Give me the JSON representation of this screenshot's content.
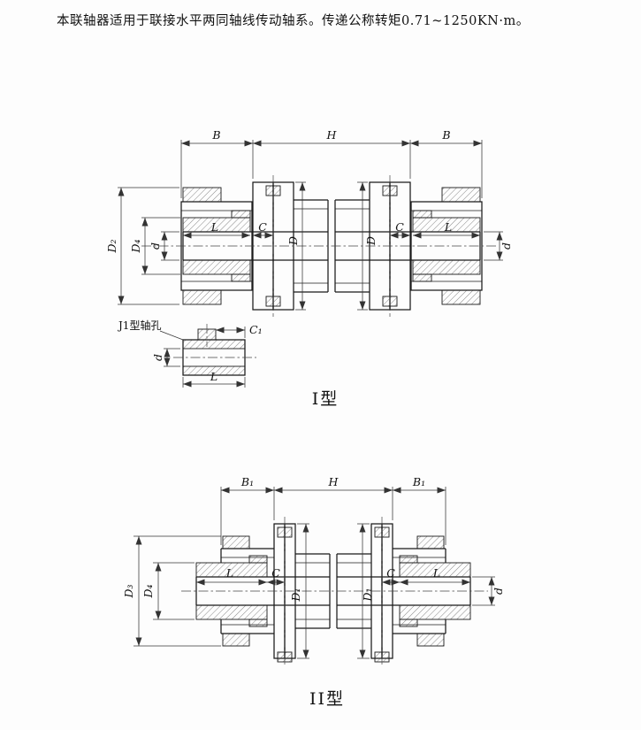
{
  "page": {
    "background": "#fdfdfd",
    "ink": "#1a1a1a"
  },
  "header": {
    "text": "本联轴器适用于联接水平两同轴线传动轴系。传递公称转矩0.71~1250KN·m。"
  },
  "type1": {
    "caption": "I型",
    "dims": {
      "b_left": "B",
      "h": "H",
      "b_right": "B",
      "d2": "D₂",
      "d4": "D₄",
      "d_small_left": "d",
      "l_left": "L",
      "c_left": "C",
      "d_flange_left": "D",
      "d_flange_right": "D",
      "c_right": "C",
      "l_right": "L",
      "d_small_right": "d"
    },
    "detail": {
      "title": "J1型轴孔",
      "c1": "C₁",
      "d_small": "d",
      "l": "L"
    }
  },
  "type2": {
    "caption": "II型",
    "dims": {
      "b1_left": "B₁",
      "h": "H",
      "b1_right": "B₁",
      "d3": "D₃",
      "d4": "D₄",
      "l_left": "L",
      "c_left": "C",
      "d1_left": "D₁",
      "d1_right": "D₁",
      "c_right": "C",
      "l_right": "L",
      "d_small_right": "d"
    }
  }
}
